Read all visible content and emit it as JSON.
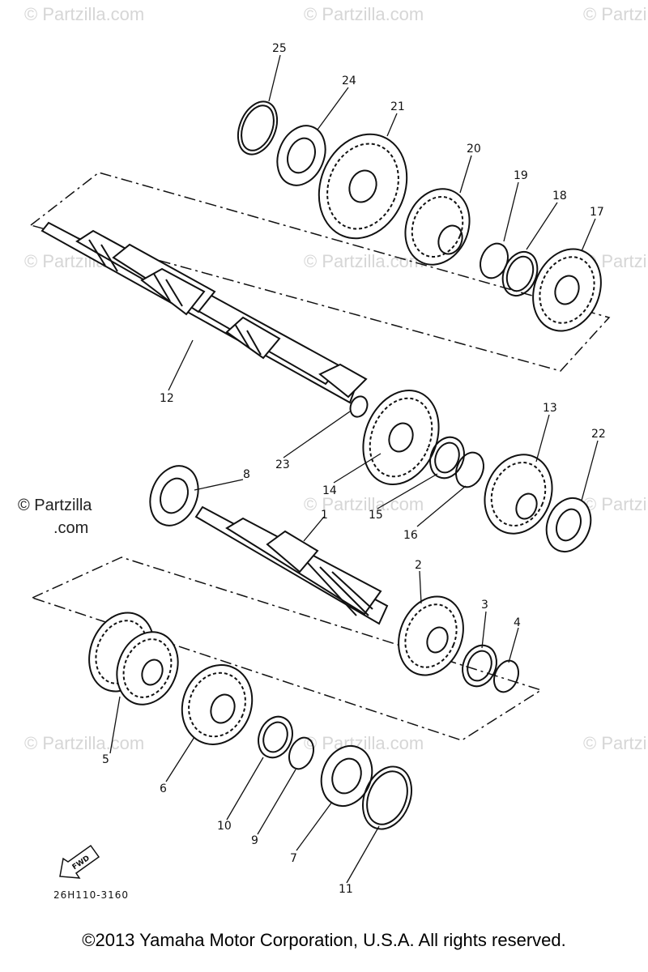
{
  "watermark": "© Partzilla.com",
  "side_watermark": {
    "line1": "© Partzilla",
    "line2": ".com"
  },
  "callouts": [
    "1",
    "2",
    "3",
    "4",
    "5",
    "6",
    "7",
    "8",
    "9",
    "10",
    "11",
    "12",
    "13",
    "14",
    "15",
    "16",
    "17",
    "18",
    "19",
    "20",
    "21",
    "22",
    "23",
    "24",
    "25"
  ],
  "part_code": "26H110-3160",
  "fwd_label": "FWD",
  "copyright": "©2013 Yamaha Motor Corporation, U.S.A. All rights reserved."
}
